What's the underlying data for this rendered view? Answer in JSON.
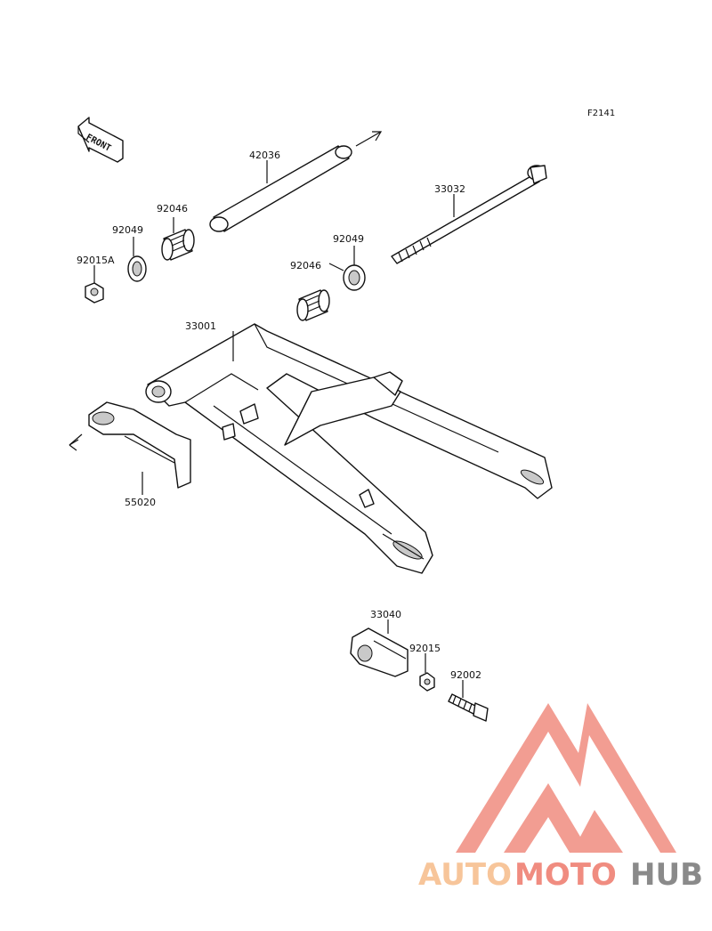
{
  "diagram": {
    "ref_code": "F2141",
    "front_label": "FRONT",
    "parts": {
      "p42036": "42036",
      "p33032": "33032",
      "p92046a": "92046",
      "p92049a": "92049",
      "p92015a": "92015A",
      "p92049b": "92049",
      "p92046b": "92046",
      "p33001": "33001",
      "p55020": "55020",
      "p33040": "33040",
      "p92015": "92015",
      "p92002": "92002"
    }
  },
  "watermark": {
    "auto": "AUTO",
    "moto": "MOTO",
    "hub": "HUB",
    "colors": {
      "primary": "#f08c80",
      "orange": "#f7c59a",
      "gray": "#8a8a8a"
    }
  }
}
